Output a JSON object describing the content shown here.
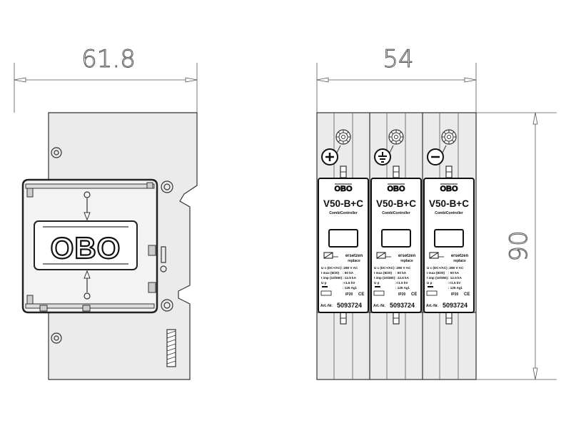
{
  "dimensions": {
    "width_side": "61.8",
    "width_front": "54",
    "height_front": "90"
  },
  "logo": {
    "brand": "OBO"
  },
  "modules": [
    {
      "polarity_symbol": "+",
      "polarity_name": "plus-icon"
    },
    {
      "polarity_symbol": "earth",
      "polarity_name": "ground-icon"
    },
    {
      "polarity_symbol": "−",
      "polarity_name": "minus-icon"
    }
  ],
  "module_label": {
    "brand": "OBO",
    "model": "V50-B+C",
    "series": "CombiController",
    "replace_de": "ersetzen",
    "replace_en": "replace",
    "spec_labels": [
      "U c (DC+/AC)",
      "I max (8/20)",
      "I imp (10/350)",
      "U p"
    ],
    "spec_values": [
      ":280  V AC",
      ":  50  kA",
      ": 12.5  kA",
      ":<1.5  kV"
    ],
    "agl_value": ": 125  Agl.",
    "ip_rating": "IP20",
    "ce_mark": "CE",
    "article_label": "Art.-Nr.",
    "article_number": "5093724"
  }
}
